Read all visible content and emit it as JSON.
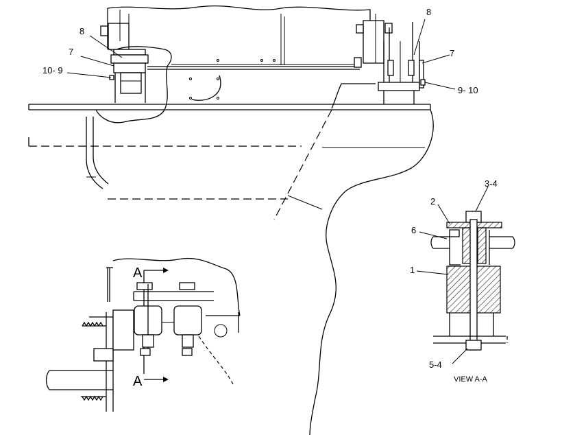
{
  "callouts": {
    "top_left_8": "8",
    "top_left_7": "7",
    "top_left_10_9": "10- 9",
    "top_right_8": "8",
    "top_right_7": "7",
    "top_right_9_10": "9- 10",
    "view_3_4": "3-4",
    "view_2": "2",
    "view_6": "6",
    "view_1": "1",
    "view_5_4": "5-4"
  },
  "section_markers": {
    "top": "A",
    "bottom": "A"
  },
  "view_title": "VIEW A-A"
}
